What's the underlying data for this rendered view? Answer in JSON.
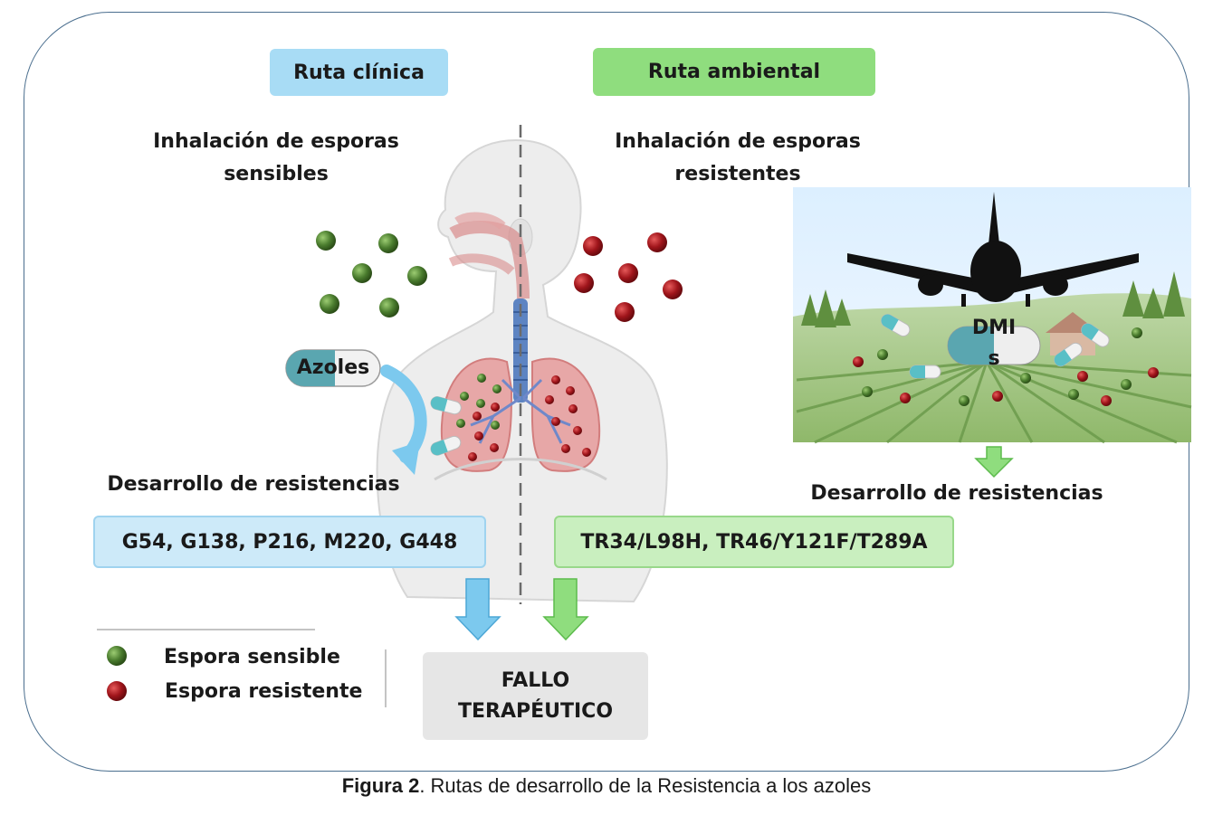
{
  "clinical": {
    "title": "Ruta clínica",
    "inhalation": [
      "Inhalación de esporas",
      "sensibles"
    ],
    "drug_label": "Azoles",
    "resistance_label": "Desarrollo de resistencias",
    "mutations": "G54, G138, P216, M220, G448"
  },
  "environmental": {
    "title": "Ruta ambiental",
    "inhalation": [
      "Inhalación de esporas",
      "resistentes"
    ],
    "fungicide_label": [
      "DMI",
      "s"
    ],
    "resistance_label": "Desarrollo de resistencias",
    "mutations": "TR34/L98H, TR46/Y121F/T289A"
  },
  "outcome": [
    "FALLO",
    "TERAPÉUTICO"
  ],
  "legend": {
    "sensitive": "Espora sensible",
    "resistant": "Espora resistente"
  },
  "caption": {
    "figure": "Figura 2",
    "text": ". Rutas de desarrollo de la Resistencia a los azoles"
  },
  "colors": {
    "clinical": "#a8dcf5",
    "environmental": "#8fdd7e",
    "sensitive_spore": "#4a7c2e",
    "resistant_spore": "#a0151b",
    "outcome_box": "#e6e6e6"
  }
}
